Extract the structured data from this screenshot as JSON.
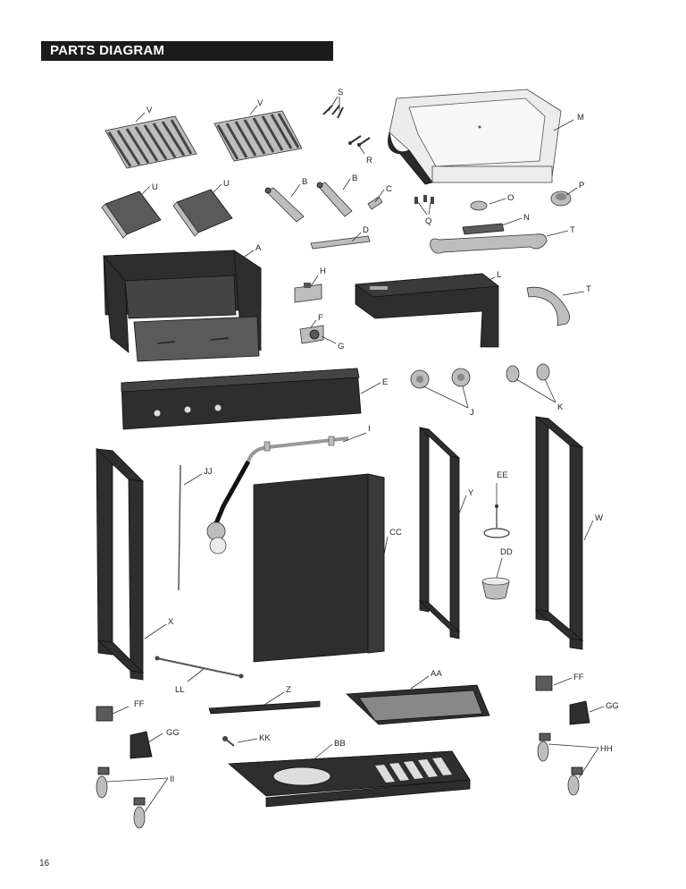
{
  "header": {
    "title": "PARTS DIAGRAM"
  },
  "page_number": "16",
  "labels": {
    "V": "V",
    "U": "U",
    "S": "S",
    "R": "R",
    "M": "M",
    "B": "B",
    "C": "C",
    "D": "D",
    "O": "O",
    "P": "P",
    "Q": "Q",
    "N": "N",
    "T": "T",
    "A": "A",
    "H": "H",
    "L": "L",
    "F": "F",
    "G": "G",
    "E": "E",
    "J": "J",
    "K": "K",
    "I": "I",
    "JJ": "JJ",
    "EE": "EE",
    "Y": "Y",
    "W": "W",
    "CC": "CC",
    "DD": "DD",
    "X": "X",
    "LL": "LL",
    "Z": "Z",
    "AA": "AA",
    "FF": "FF",
    "GG": "GG",
    "KK": "KK",
    "BB": "BB",
    "HH": "HH",
    "II": "II"
  },
  "colors": {
    "header_bg": "#1b1b1b",
    "part_dark": "#2e2e2e",
    "part_light": "#bdbdbd"
  }
}
